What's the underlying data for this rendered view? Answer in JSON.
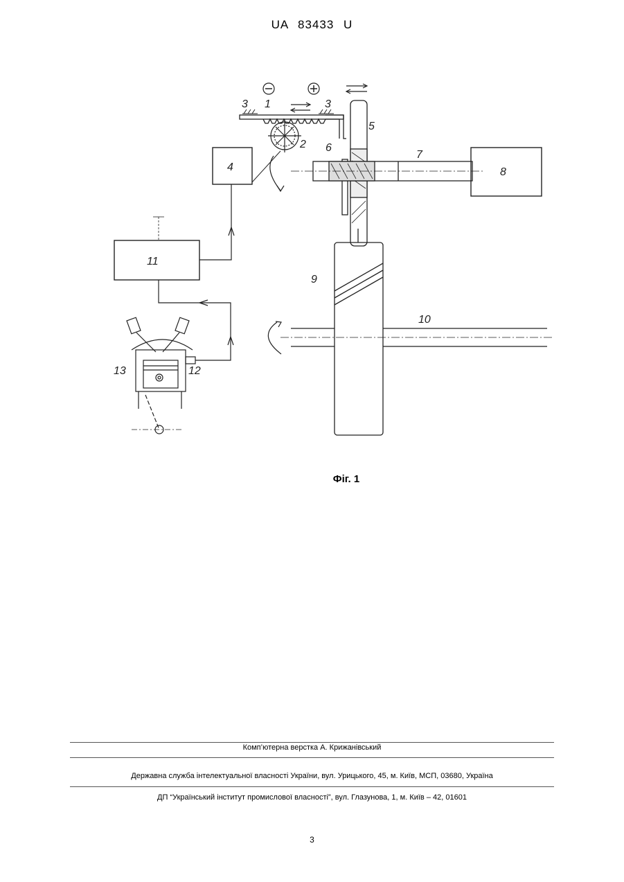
{
  "header": {
    "patent_number": "UA   83433   U"
  },
  "figure": {
    "caption": "Фіг. 1",
    "labels": {
      "l1": "1",
      "l2": "2",
      "l3a": "3",
      "l3b": "3",
      "l4": "4",
      "l5": "5",
      "l6": "6",
      "l7": "7",
      "l8": "8",
      "l9": "9",
      "l10": "10",
      "l11": "11",
      "l12": "12",
      "l13": "13"
    }
  },
  "footer": {
    "layout_credit": "Комп’ютерна верстка А. Крижанівський",
    "agency_address": "Державна служба інтелектуальної власності України, вул. Урицького, 45, м. Київ, МСП, 03680, Україна",
    "institute_address": "ДП “Український інститут промислової власності”, вул. Глазунова, 1, м. Київ – 42, 01601",
    "page_number": "3"
  }
}
